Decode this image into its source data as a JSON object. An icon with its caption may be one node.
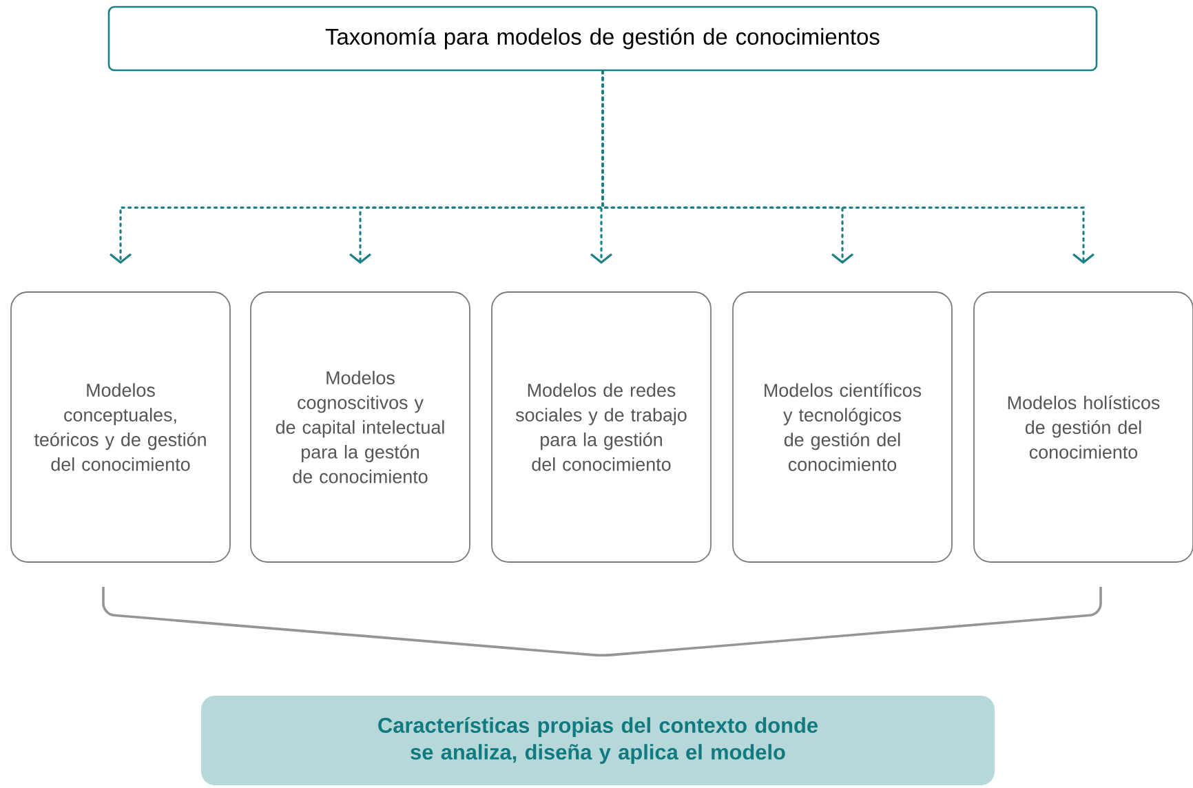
{
  "diagram": {
    "nodes": [
      {
        "text": [
          "Taxonomía para modelos de gestión de conocimientos"
        ]
      },
      {
        "text": [
          "Modelos conceptuales, teóricos y de gestión del conocimiento"
        ]
      },
      {
        "text": [
          "Modelos cognoscitivos y de capital intelectual para la gestón de conocimiento"
        ]
      },
      {
        "text": [
          "Modelos de redes sociales y de trabajo para la gestión del conocimiento"
        ]
      },
      {
        "text": [
          "Modelos científicos y tecnológicos de gestión del conocimiento"
        ]
      },
      {
        "text": [
          "Modelos holísticos de gestión del conocimiento"
        ]
      },
      {
        "text": [
          "Características propias del contexto donde se analiza, diseña y aplica el modelo"
        ]
      }
    ],
    "edges": [
      {
        "from": 0,
        "to": 1,
        "arrow": "to",
        "style": "dashed"
      },
      {
        "from": 0,
        "to": 2,
        "arrow": "to",
        "style": "dashed"
      },
      {
        "from": 0,
        "to": 3,
        "arrow": "to",
        "style": "dashed"
      },
      {
        "from": 0,
        "to": 4,
        "arrow": "to",
        "style": "dashed"
      },
      {
        "from": 0,
        "to": 5,
        "arrow": "to",
        "style": "dashed"
      }
    ]
  }
}
